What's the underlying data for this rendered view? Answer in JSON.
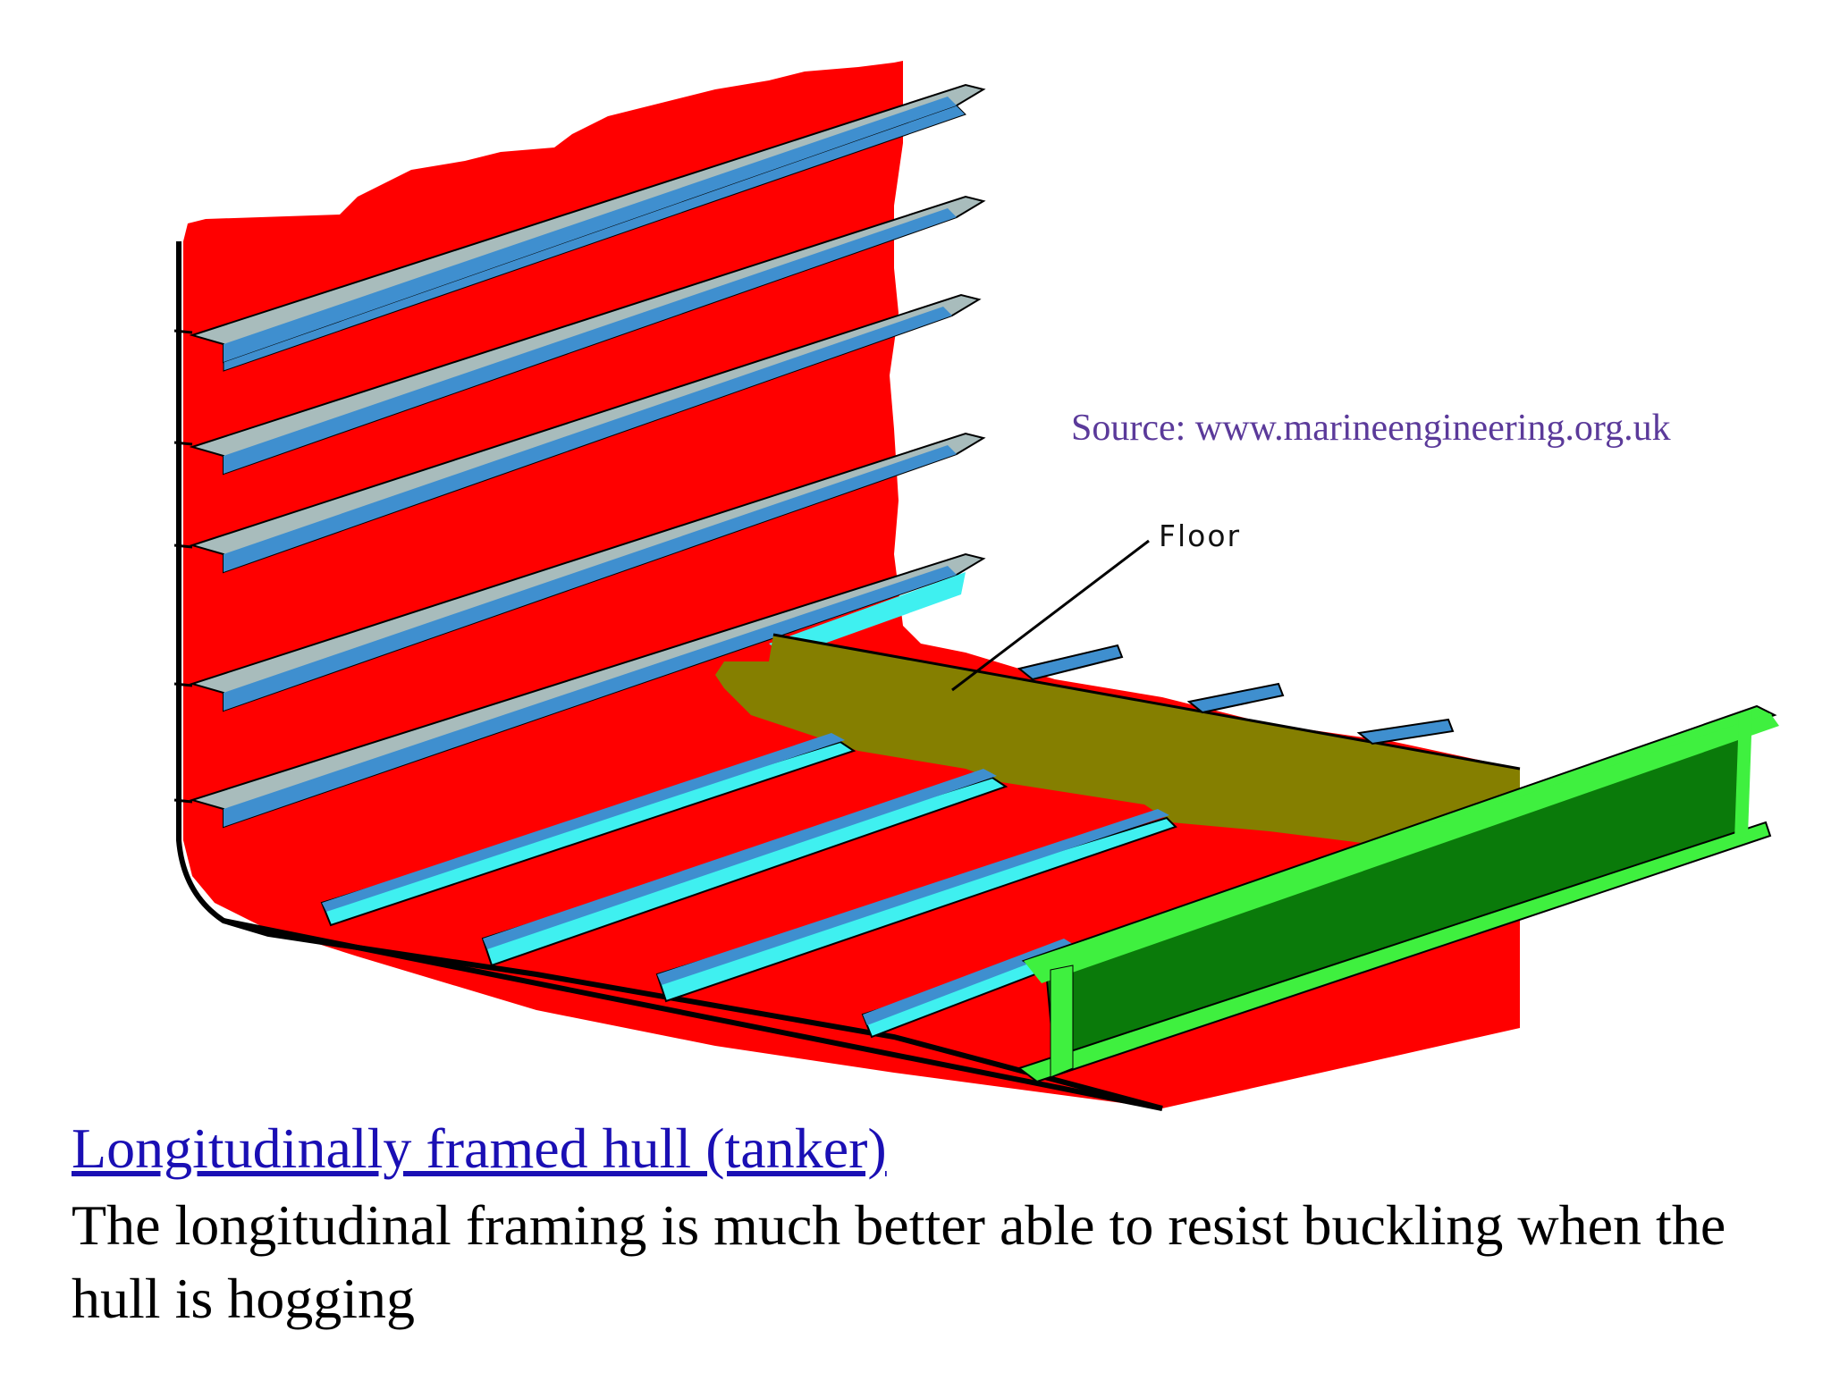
{
  "diagram": {
    "source_credit": "Source: www.marineengineering.org.uk",
    "callouts": {
      "floor": "Floor"
    },
    "colors": {
      "shell_plating": "#ff0000",
      "longitudinal_flange": "#a8bcbc",
      "longitudinal_web": "#3f8fcf",
      "bottom_longitudinal_face": "#3ff0f0",
      "floor_plate": "#857f00",
      "girder_web": "#0a7a0a",
      "girder_flange": "#3ff03f"
    }
  },
  "caption": {
    "title": "Longitudinally framed hull (tanker)",
    "body": "The longitudinal framing is much better able to resist buckling when the hull is hogging"
  }
}
